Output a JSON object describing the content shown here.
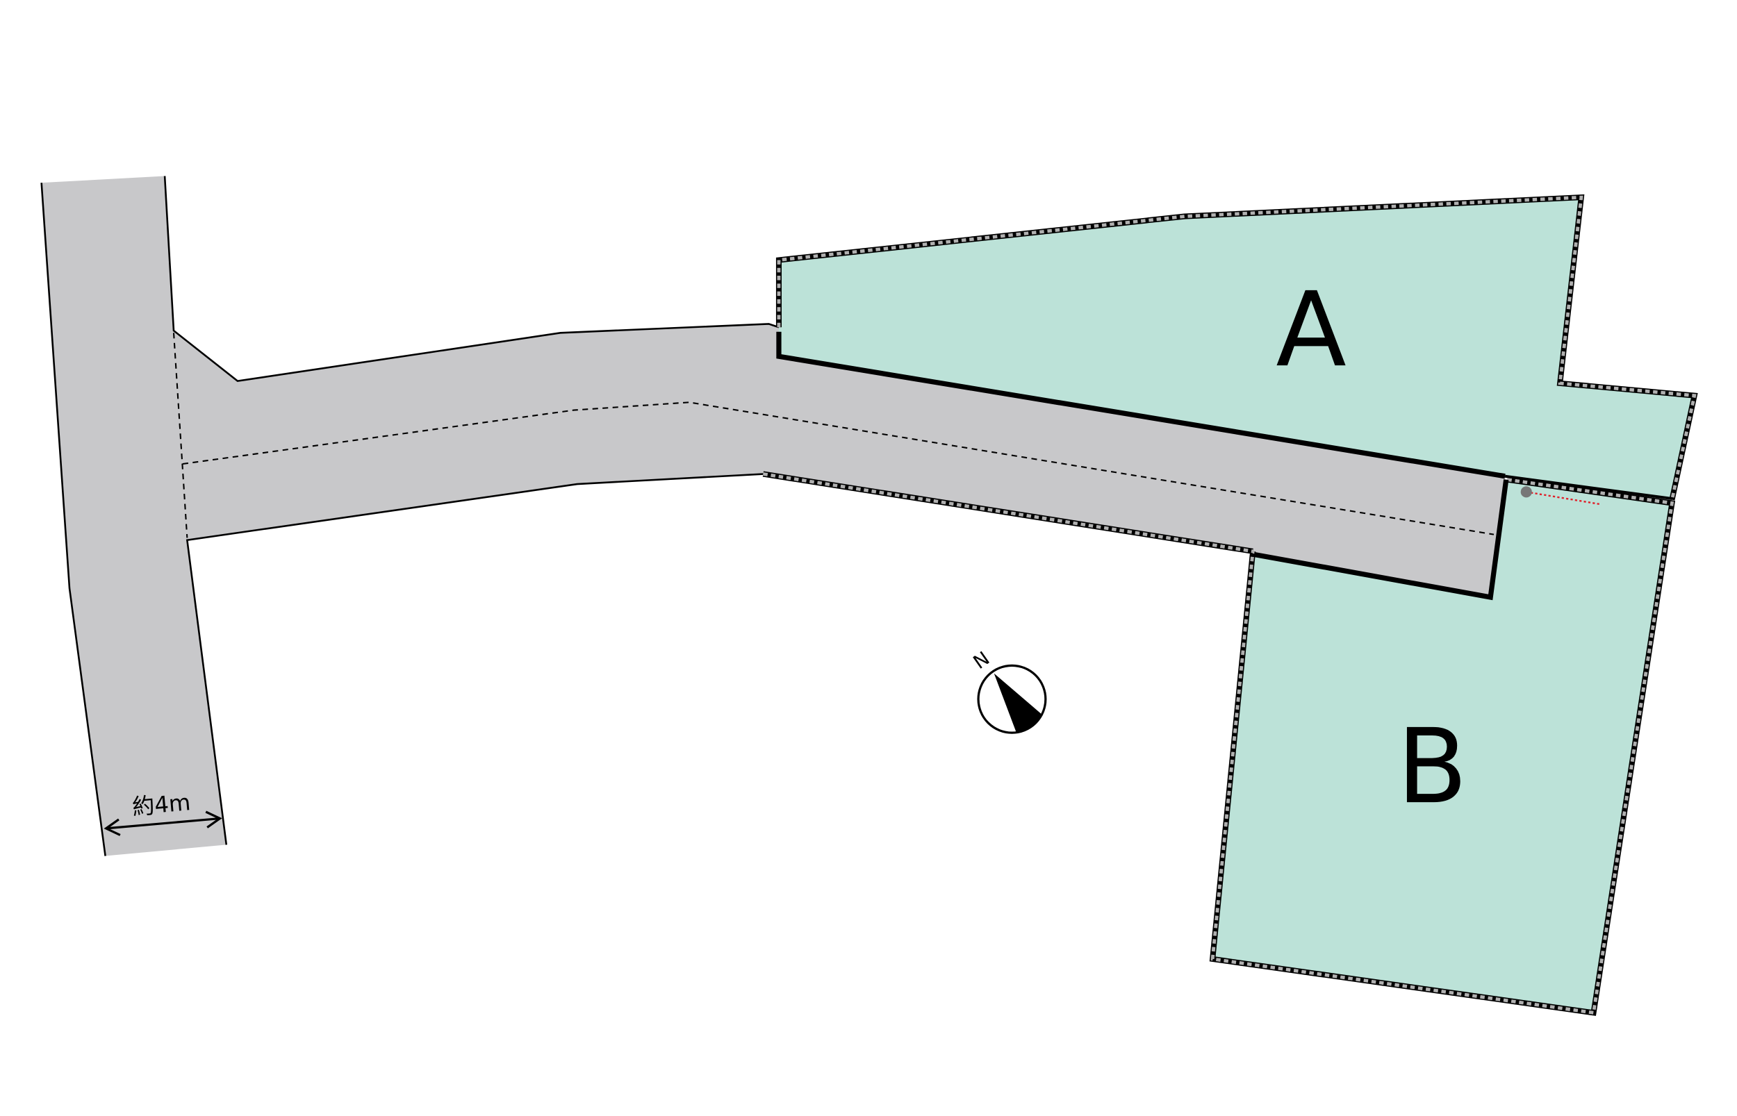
{
  "lots": [
    {
      "label": "A"
    },
    {
      "label": "B"
    }
  ],
  "road": {
    "width_label": "約4m"
  },
  "compass": {
    "north_label": "N"
  },
  "colors": {
    "road": "#c8c8ca",
    "lot": "#bce2d8",
    "boundary": "#000000",
    "fence": "#9a9a9a",
    "marker_line": "#e0202a"
  }
}
